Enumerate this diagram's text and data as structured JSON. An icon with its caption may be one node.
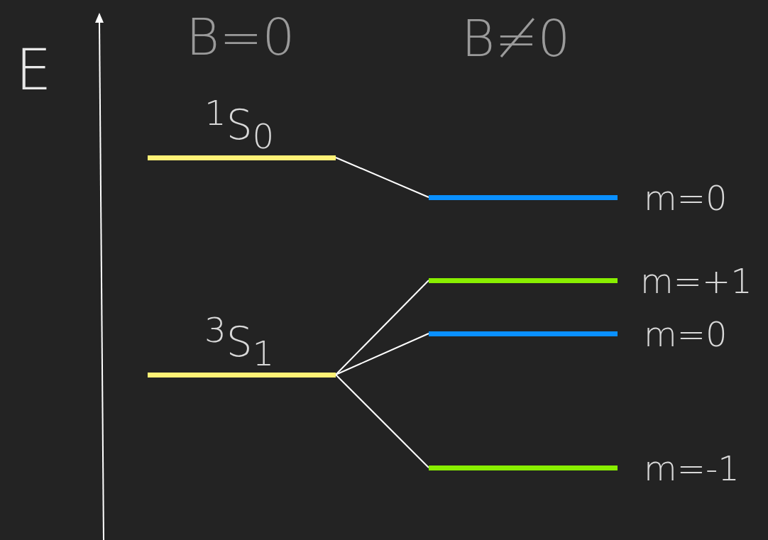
{
  "diagram": {
    "nodes": [
      {
        "text": [
          "$^{1}$S$_{0}$"
        ]
      },
      {
        "text": [
          "$^{3}$S$_{1}$"
        ]
      },
      {
        "text": [
          "m=0"
        ]
      },
      {
        "text": [
          "m=+1"
        ]
      },
      {
        "text": [
          "m=0"
        ]
      },
      {
        "text": [
          "m=-1"
        ]
      }
    ],
    "edges": [
      {
        "from": 0,
        "to": 2,
        "arrow": "none"
      },
      {
        "from": 1,
        "to": 3,
        "arrow": "none"
      },
      {
        "from": 1,
        "to": 4,
        "arrow": "none"
      },
      {
        "from": 1,
        "to": 5,
        "arrow": "none"
      }
    ],
    "labels": [
      "E",
      "B=0",
      "B≠0"
    ]
  }
}
